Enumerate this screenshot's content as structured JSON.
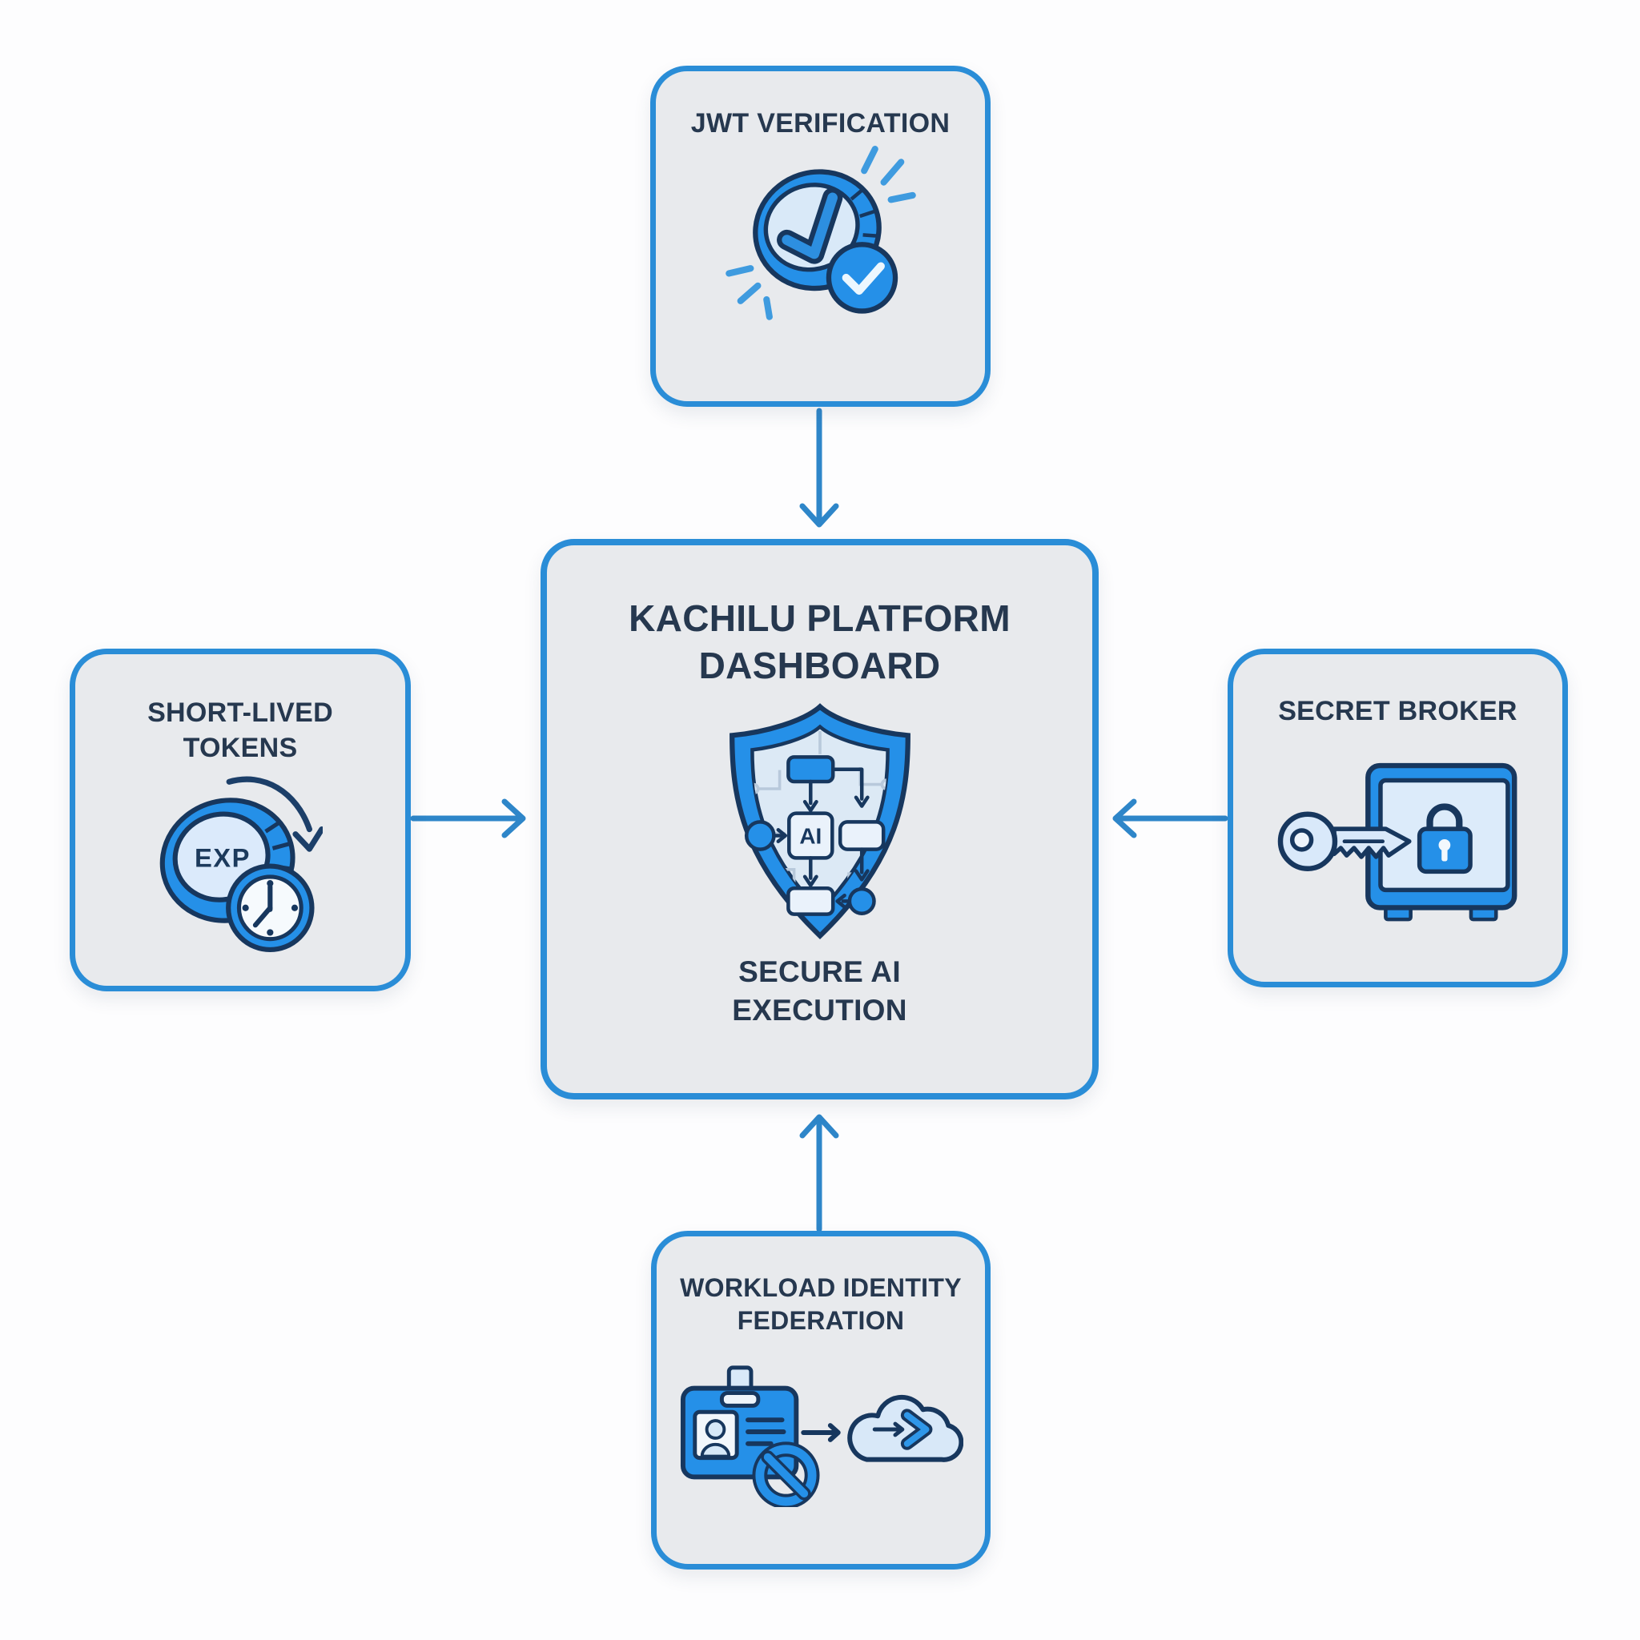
{
  "nodes": {
    "jwt_verification": {
      "label": "JWT VERIFICATION",
      "icon": "verified-coin-icon"
    },
    "short_lived_tokens": {
      "label": "SHORT-LIVED TOKENS",
      "icon": "expiring-coin-clock-icon",
      "coin_label": "EXP"
    },
    "platform_dashboard": {
      "title": "KACHILU PLATFORM DASHBOARD",
      "subtitle": "SECURE AI EXECUTION",
      "icon": "circuit-shield-icon",
      "shield_label": "AI"
    },
    "secret_broker": {
      "label": "SECRET BROKER",
      "icon": "key-safe-icon"
    },
    "workload_identity_federation": {
      "label": "WORKLOAD IDENTITY FEDERATION",
      "icon": "id-card-cloud-icon"
    }
  },
  "edges": [
    {
      "from": "jwt_verification",
      "to": "platform_dashboard",
      "direction": "down"
    },
    {
      "from": "short_lived_tokens",
      "to": "platform_dashboard",
      "direction": "right"
    },
    {
      "from": "secret_broker",
      "to": "platform_dashboard",
      "direction": "left"
    },
    {
      "from": "workload_identity_federation",
      "to": "platform_dashboard",
      "direction": "up"
    }
  ],
  "colors": {
    "background": "#fdfdfe",
    "node_fill": "#e9ebee",
    "node_border": "#2a8dd7",
    "connector": "#2e86c9",
    "icon_primary": "#2590e8",
    "icon_light": "#d9e9f8",
    "icon_outline": "#17375e",
    "text": "#26384f"
  }
}
